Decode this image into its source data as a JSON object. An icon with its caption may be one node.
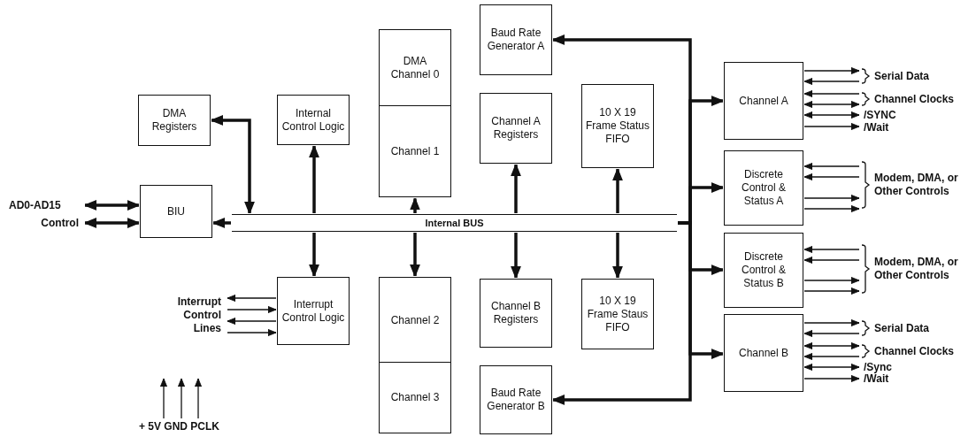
{
  "diagram": {
    "nodes": [
      {
        "text": [
          "DMA Registers"
        ]
      },
      {
        "text": [
          "AD0-AD15"
        ]
      },
      {
        "text": [
          "Control"
        ]
      },
      {
        "text": [
          "BIU"
        ]
      },
      {
        "text": [
          "Internal Control Logic"
        ]
      },
      {
        "text": [
          "Interrupt Control Logic"
        ]
      },
      {
        "text": [
          "Interrupt Control Lines"
        ]
      },
      {
        "text": [
          "+ 5V GND PCLK"
        ]
      },
      {
        "text": [
          "DMA Channel 0"
        ]
      },
      {
        "text": [
          "Channel 1"
        ]
      },
      {
        "text": [
          "Channel 2"
        ]
      },
      {
        "text": [
          "Channel 3"
        ]
      },
      {
        "text": [
          "Baud Rate Generator A"
        ]
      },
      {
        "text": [
          "Channel A Registers"
        ]
      },
      {
        "text": [
          "Internal BUS"
        ]
      },
      {
        "text": [
          "Channel B Registers"
        ]
      },
      {
        "text": [
          "Baud Rate Generator B"
        ]
      },
      {
        "text": [
          "10 X 19 Frame Status FIFO"
        ]
      },
      {
        "text": [
          "10 X 19 Frame Staus FIFO"
        ]
      },
      {
        "text": [
          "Channel A"
        ]
      },
      {
        "text": [
          "Serial Data"
        ]
      },
      {
        "text": [
          "Channel Clocks"
        ]
      },
      {
        "text": [
          "/SYNC"
        ]
      },
      {
        "text": [
          "/Wait"
        ]
      },
      {
        "text": [
          "Discrete Control & Status A"
        ]
      },
      {
        "text": [
          "Modem, DMA, or Other Controls"
        ]
      },
      {
        "text": [
          "Discrete Control & Status B"
        ]
      },
      {
        "text": [
          "Modem, DMA, or Other Controls"
        ]
      },
      {
        "text": [
          "Channel B"
        ]
      },
      {
        "text": [
          "Serial Data"
        ]
      },
      {
        "text": [
          "Channel Clocks"
        ]
      },
      {
        "text": [
          "/Sync"
        ]
      },
      {
        "text": [
          "/Wait"
        ]
      }
    ],
    "edges": [
      {
        "from": 1,
        "to": 3,
        "arrow": "both",
        "style": "thick"
      },
      {
        "from": 2,
        "to": 3,
        "arrow": "both",
        "style": "thick"
      },
      {
        "from": 14,
        "to": 0,
        "arrow": "both",
        "style": "thick"
      },
      {
        "from": 14,
        "to": 3,
        "arrow": "to",
        "style": "thick"
      },
      {
        "from": 14,
        "to": 4,
        "arrow": "to",
        "style": "thick"
      },
      {
        "from": 14,
        "to": 5,
        "arrow": "to",
        "style": "thick"
      },
      {
        "from": 5,
        "to": 6,
        "arrow": "to"
      },
      {
        "from": 6,
        "to": 5,
        "arrow": "to"
      },
      {
        "from": 5,
        "to": 6,
        "arrow": "to"
      },
      {
        "from": 6,
        "to": 5,
        "arrow": "to"
      },
      {
        "from": 7,
        "to": null,
        "arrow": "to"
      },
      {
        "from": 7,
        "to": null,
        "arrow": "to"
      },
      {
        "from": 7,
        "to": null,
        "arrow": "to"
      },
      {
        "from": 14,
        "to": 9,
        "arrow": "to",
        "style": "thick"
      },
      {
        "from": 14,
        "to": 10,
        "arrow": "to",
        "style": "thick"
      },
      {
        "from": 14,
        "to": 13,
        "arrow": "to",
        "style": "thick"
      },
      {
        "from": 14,
        "to": 15,
        "arrow": "to",
        "style": "thick"
      },
      {
        "from": 14,
        "to": 17,
        "arrow": "to",
        "style": "thick"
      },
      {
        "from": 14,
        "to": 18,
        "arrow": "to",
        "style": "thick"
      },
      {
        "from": 14,
        "to": 12,
        "arrow": "to",
        "style": "thick"
      },
      {
        "from": 14,
        "to": 19,
        "arrow": "to",
        "style": "thick"
      },
      {
        "from": 14,
        "to": 24,
        "arrow": "to",
        "style": "thick"
      },
      {
        "from": 14,
        "to": 26,
        "arrow": "to",
        "style": "thick"
      },
      {
        "from": 14,
        "to": 28,
        "arrow": "to",
        "style": "thick"
      },
      {
        "from": 14,
        "to": 16,
        "arrow": "to",
        "style": "thick"
      },
      {
        "from": 19,
        "to": 20,
        "arrow": "to"
      },
      {
        "from": 20,
        "to": 19,
        "arrow": "to"
      },
      {
        "from": 21,
        "to": 19,
        "arrow": "to"
      },
      {
        "from": 19,
        "to": 21,
        "arrow": "both"
      },
      {
        "from": 19,
        "to": 22,
        "arrow": "both"
      },
      {
        "from": 19,
        "to": 23,
        "arrow": "to"
      },
      {
        "from": 25,
        "to": 24,
        "arrow": "to"
      },
      {
        "from": 25,
        "to": 24,
        "arrow": "to"
      },
      {
        "from": 24,
        "to": 25,
        "arrow": "to"
      },
      {
        "from": 24,
        "to": 25,
        "arrow": "to"
      },
      {
        "from": 27,
        "to": 26,
        "arrow": "to"
      },
      {
        "from": 27,
        "to": 26,
        "arrow": "to"
      },
      {
        "from": 26,
        "to": 27,
        "arrow": "to"
      },
      {
        "from": 26,
        "to": 27,
        "arrow": "to"
      },
      {
        "from": 28,
        "to": 29,
        "arrow": "to"
      },
      {
        "from": 29,
        "to": 28,
        "arrow": "to"
      },
      {
        "from": 28,
        "to": 30,
        "arrow": "both"
      },
      {
        "from": 30,
        "to": 28,
        "arrow": "to"
      },
      {
        "from": 28,
        "to": 31,
        "arrow": "both"
      },
      {
        "from": 28,
        "to": 32,
        "arrow": "to"
      }
    ]
  }
}
